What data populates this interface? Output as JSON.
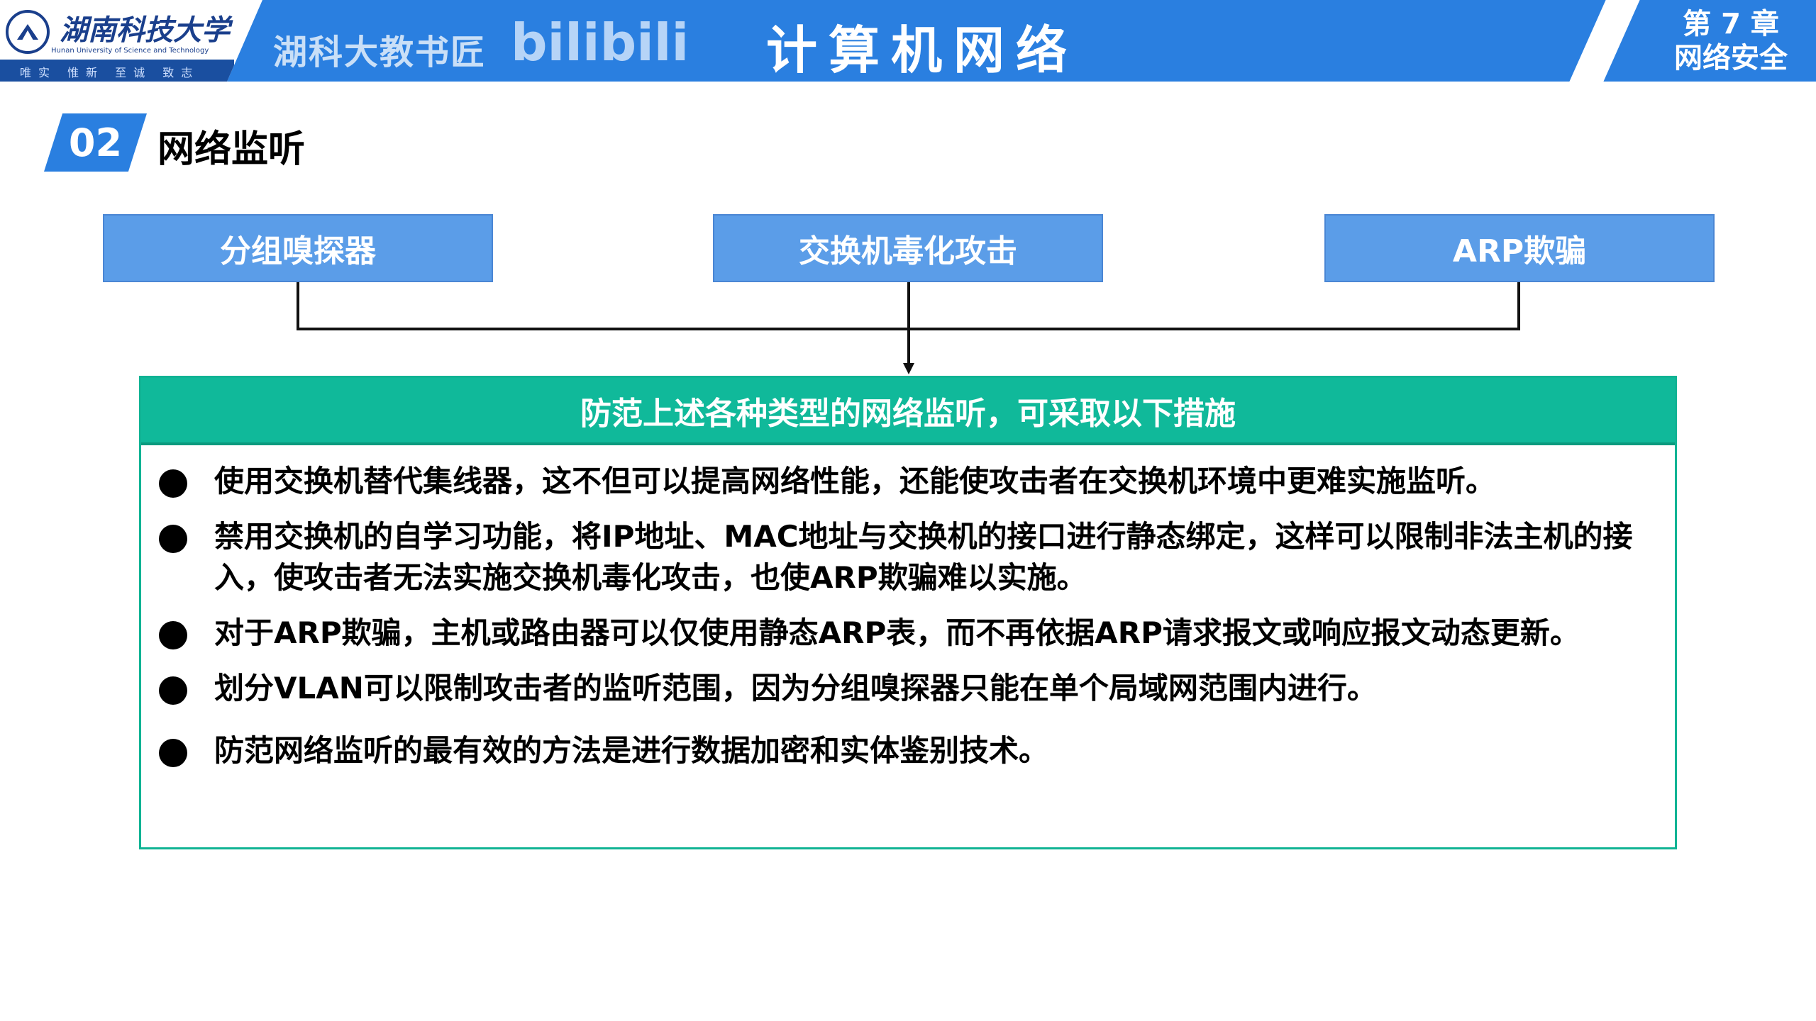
{
  "header": {
    "university_cn": "湖南科技大学",
    "university_en": "Hunan University of Science and Technology",
    "motto": "唯实 惟新 至诚 致志",
    "watermark": "湖科大教书匠",
    "watermark_logo": "bilibili",
    "title": "计算机网络",
    "chapter": "第 7 章",
    "chapter_title": "网络安全",
    "color": "#2a7fe0"
  },
  "section": {
    "number": "02",
    "title": "网络监听"
  },
  "attacks": [
    "分组嗅探器",
    "交换机毒化攻击",
    "ARP欺骗"
  ],
  "measures": {
    "title": "防范上述各种类型的网络监听，可采取以下措施",
    "items": [
      "使用交换机替代集线器，这不但可以提高网络性能，还能使攻击者在交换机环境中更难实施监听。",
      "禁用交换机的自学习功能，将IP地址、MAC地址与交换机的接口进行静态绑定，这样可以限制非法主机的接入，使攻击者无法实施交换机毒化攻击，也使ARP欺骗难以实施。",
      "对于ARP欺骗，主机或路由器可以仅使用静态ARP表，而不再依据ARP请求报文或响应报文动态更新。",
      "划分VLAN可以限制攻击者的监听范围，因为分组嗅探器只能在单个局域网范围内进行。",
      "防范网络监听的最有效的方法是进行数据加密和实体鉴别技术。"
    ],
    "color": "#10b99a"
  }
}
